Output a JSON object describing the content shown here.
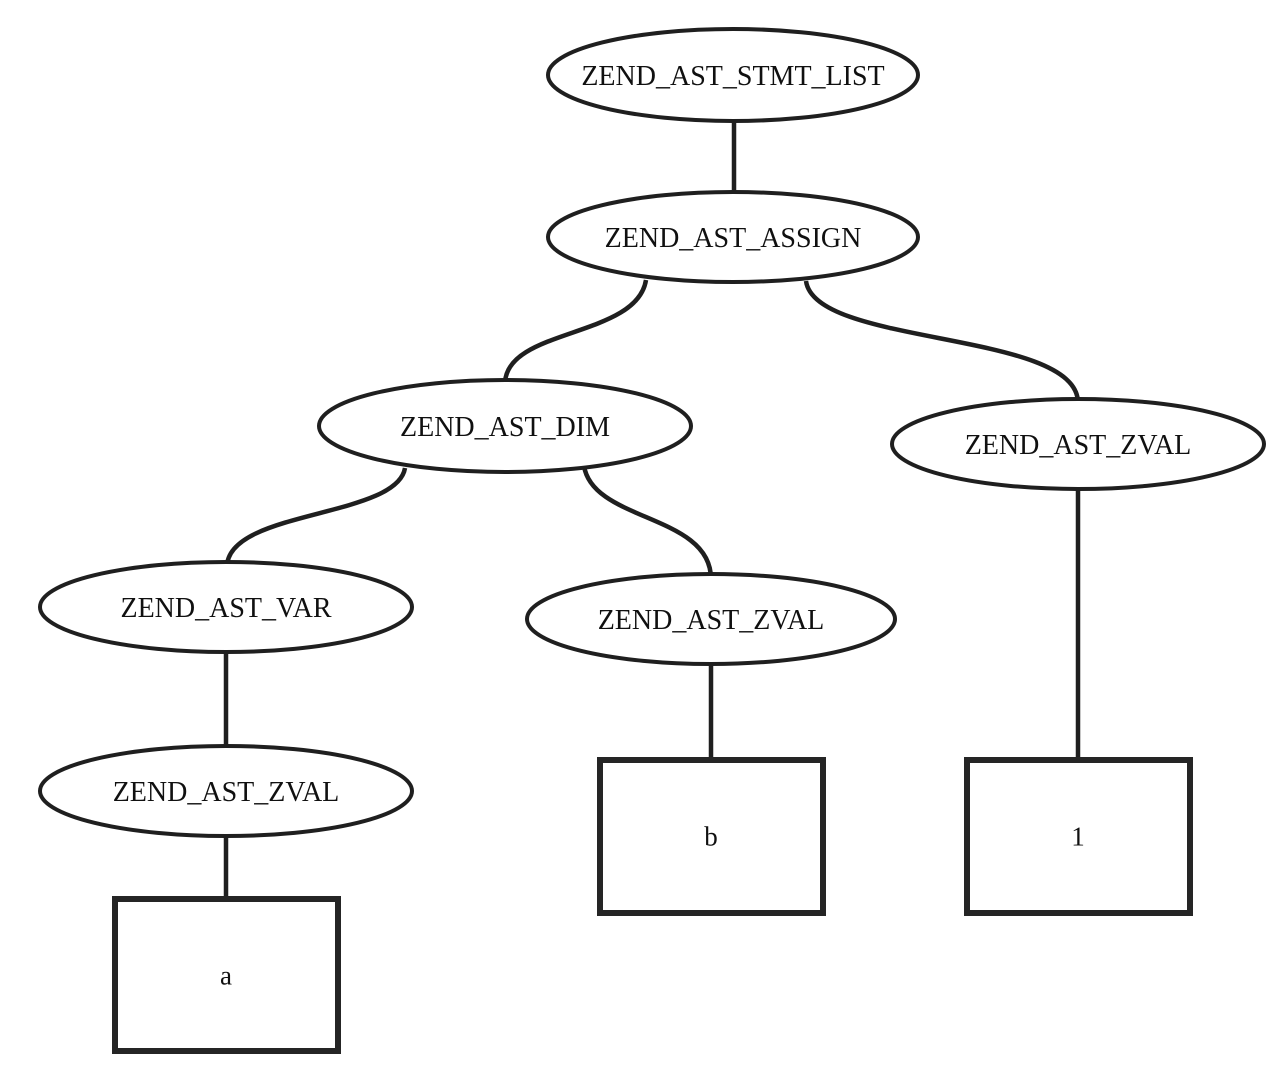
{
  "diagram": {
    "type": "tree",
    "colors": {
      "background": "#ffffff",
      "node_fill": "#ffffff",
      "stroke": "#1f1f1f",
      "text": "#101010"
    },
    "nodes": [
      {
        "id": "stmt-list",
        "label": "ZEND_AST_STMT_LIST",
        "shape": "ellipse"
      },
      {
        "id": "assign",
        "label": "ZEND_AST_ASSIGN",
        "shape": "ellipse"
      },
      {
        "id": "dim",
        "label": "ZEND_AST_DIM",
        "shape": "ellipse"
      },
      {
        "id": "zval-right",
        "label": "ZEND_AST_ZVAL",
        "shape": "ellipse"
      },
      {
        "id": "var",
        "label": "ZEND_AST_VAR",
        "shape": "ellipse"
      },
      {
        "id": "zval-mid",
        "label": "ZEND_AST_ZVAL",
        "shape": "ellipse"
      },
      {
        "id": "zval-left",
        "label": "ZEND_AST_ZVAL",
        "shape": "ellipse"
      },
      {
        "id": "leaf-a",
        "label": "a",
        "shape": "rect"
      },
      {
        "id": "leaf-b",
        "label": "b",
        "shape": "rect"
      },
      {
        "id": "leaf-1",
        "label": "1",
        "shape": "rect"
      }
    ],
    "edges": [
      {
        "from": "stmt-list",
        "to": "assign"
      },
      {
        "from": "assign",
        "to": "dim"
      },
      {
        "from": "assign",
        "to": "zval-right"
      },
      {
        "from": "dim",
        "to": "var"
      },
      {
        "from": "dim",
        "to": "zval-mid"
      },
      {
        "from": "var",
        "to": "zval-left"
      },
      {
        "from": "zval-left",
        "to": "leaf-a"
      },
      {
        "from": "zval-mid",
        "to": "leaf-b"
      },
      {
        "from": "zval-right",
        "to": "leaf-1"
      }
    ]
  }
}
